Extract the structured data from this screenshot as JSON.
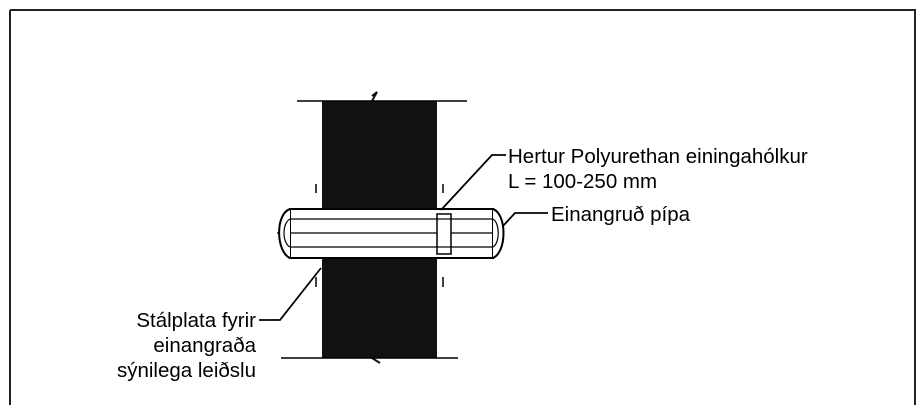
{
  "labels": {
    "sleeve_line1": "Hertur Polyurethan einingahólkur",
    "sleeve_line2": "L = 100-250 mm",
    "pipe": "Einangruð pípa",
    "plate_line1": "Stálplata fyrir",
    "plate_line2": "einangraða",
    "plate_line3": "sýnilega leiðslu"
  },
  "colors": {
    "background": "#ffffff",
    "ink": "#000000",
    "wall_fill": "#111111",
    "frame": "#222222"
  }
}
